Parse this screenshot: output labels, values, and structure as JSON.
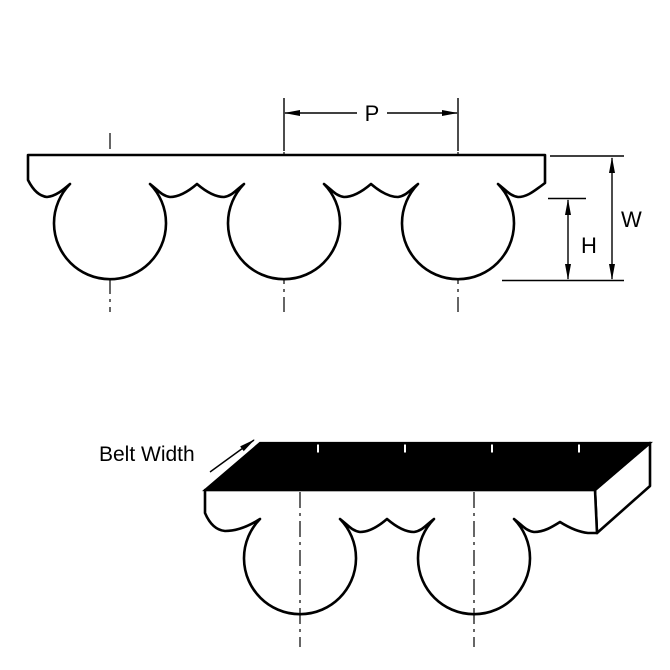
{
  "diagram": {
    "labels": {
      "p": "P",
      "w": "W",
      "h": "H",
      "belt_width": "Belt Width"
    },
    "colors": {
      "line": "#000000",
      "belt_fill": "#ffffff",
      "top_surface_fill": "#000000",
      "background": "#ffffff"
    }
  }
}
